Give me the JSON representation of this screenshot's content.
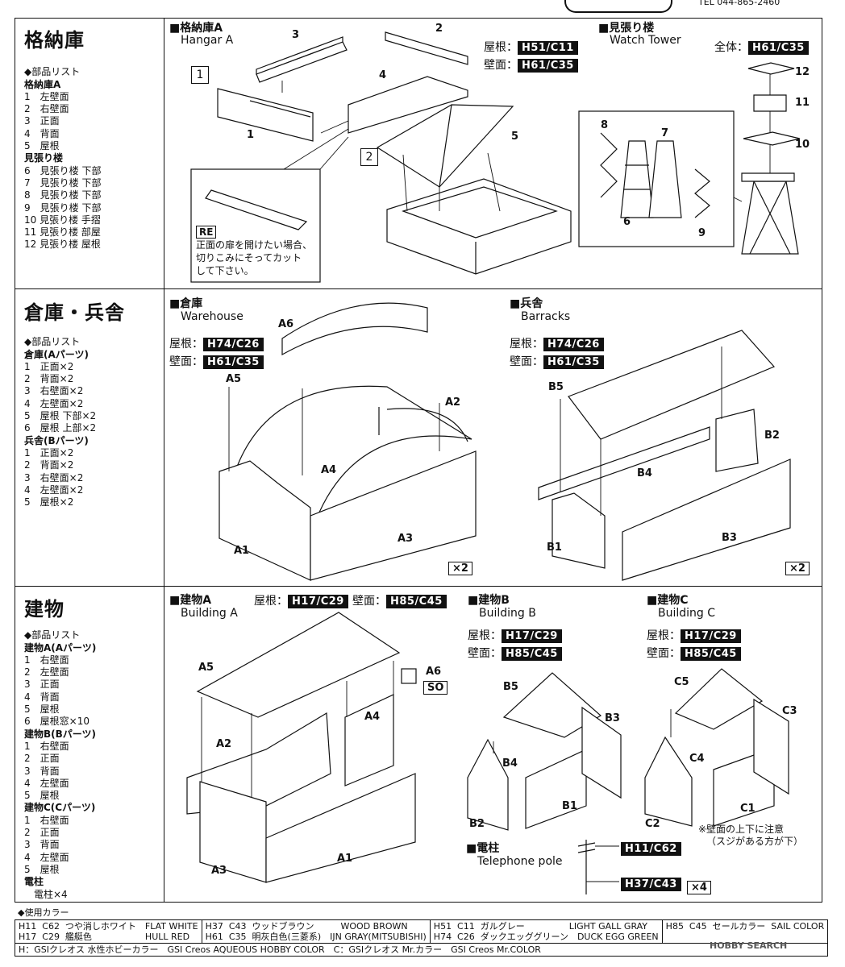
{
  "top_strip": {
    "phone": "TEL 044-865-2460"
  },
  "s1": {
    "title": "格納庫",
    "list_head": "◆部品リスト",
    "groups": [
      {
        "name": "格納庫A",
        "items": [
          "1　左壁面",
          "2　右壁面",
          "3　正面",
          "4　背面",
          "5　屋根"
        ]
      },
      {
        "name": "見張り楼",
        "items": [
          "6　見張り楼 下部",
          "7　見張り楼 下部",
          "8　見張り楼 下部",
          "9　見張り楼 下部",
          "10 見張り楼 手摺",
          "11 見張り楼 部屋",
          "12 見張り楼 屋根"
        ]
      }
    ],
    "hangar": {
      "jp": "■格納庫A",
      "en": "Hangar A",
      "roof_label": "屋根：",
      "roof": "H51/C11",
      "wall_label": "壁面：",
      "wall": "H61/C35",
      "step1": "1",
      "step2": "2",
      "parts": [
        "1",
        "2",
        "3",
        "4",
        "5"
      ],
      "note_tag": "RE",
      "note": [
        "正面の扉を開けたい場合、",
        "切りこみにそってカット",
        "して下さい。"
      ]
    },
    "tower": {
      "jp": "■見張り楼",
      "en": "Watch Tower",
      "all_label": "全体：",
      "all": "H61/C35",
      "parts": [
        "6",
        "7",
        "8",
        "9",
        "10",
        "11",
        "12"
      ]
    }
  },
  "s2": {
    "title": "倉庫・兵舎",
    "list_head": "◆部品リスト",
    "groups": [
      {
        "name": "倉庫(Aパーツ)",
        "items": [
          "1　正面×2",
          "2　背面×2",
          "3　右壁面×2",
          "4　左壁面×2",
          "5　屋根 下部×2",
          "6　屋根 上部×2"
        ]
      },
      {
        "name": "兵舎(Bパーツ)",
        "items": [
          "1　正面×2",
          "2　背面×2",
          "3　右壁面×2",
          "4　左壁面×2",
          "5　屋根×2"
        ]
      }
    ],
    "warehouse": {
      "jp": "■倉庫",
      "en": "Warehouse",
      "roof_label": "屋根：",
      "roof": "H74/C26",
      "wall_label": "壁面：",
      "wall": "H61/C35",
      "parts": [
        "A1",
        "A2",
        "A3",
        "A4",
        "A5",
        "A6"
      ],
      "qty": "×2"
    },
    "barracks": {
      "jp": "■兵舎",
      "en": "Barracks",
      "roof_label": "屋根：",
      "roof": "H74/C26",
      "wall_label": "壁面：",
      "wall": "H61/C35",
      "parts": [
        "B1",
        "B2",
        "B3",
        "B4",
        "B5"
      ],
      "qty": "×2"
    }
  },
  "s3": {
    "title": "建物",
    "list_head": "◆部品リスト",
    "groups": [
      {
        "name": "建物A(Aパーツ)",
        "items": [
          "1　右壁面",
          "2　左壁面",
          "3　正面",
          "4　背面",
          "5　屋根",
          "6　屋根窓×10"
        ]
      },
      {
        "name": "建物B(Bパーツ)",
        "items": [
          "1　右壁面",
          "2　正面",
          "3　背面",
          "4　左壁面",
          "5　屋根"
        ]
      },
      {
        "name": "建物C(Cパーツ)",
        "items": [
          "1　右壁面",
          "2　正面",
          "3　背面",
          "4　左壁面",
          "5　屋根"
        ]
      },
      {
        "name": "電柱",
        "items": [
          "　電柱×4"
        ]
      }
    ],
    "building_a": {
      "jp": "■建物A",
      "en": "Building A",
      "roof_label": "屋根：",
      "roof": "H17/C29",
      "wall_label": "壁面：",
      "wall": "H85/C45",
      "parts": [
        "A1",
        "A2",
        "A3",
        "A4",
        "A5",
        "A6"
      ],
      "so": "SO"
    },
    "building_b": {
      "jp": "■建物B",
      "en": "Building B",
      "roof_label": "屋根：",
      "roof": "H17/C29",
      "wall_label": "壁面：",
      "wall": "H85/C45",
      "parts": [
        "B1",
        "B2",
        "B3",
        "B4",
        "B5"
      ]
    },
    "building_c": {
      "jp": "■建物C",
      "en": "Building C",
      "roof_label": "屋根：",
      "roof": "H17/C29",
      "wall_label": "壁面：",
      "wall": "H85/C45",
      "parts": [
        "C1",
        "C2",
        "C3",
        "C4",
        "C5"
      ],
      "note": [
        "※壁面の上下に注意",
        "（スジがある方が下）"
      ]
    },
    "pole": {
      "jp": "■電柱",
      "en": "Telephone pole",
      "c1": "H11/C62",
      "c2": "H37/C43",
      "qty": "×4"
    }
  },
  "colors": {
    "head": "◆使用カラー",
    "cells": [
      [
        "H11  C62  つや消しホワイト　FLAT WHITE",
        "H17  C29  艦艇色　　　　　　HULL RED"
      ],
      [
        "H37  C43  ウッドブラウン　　　WOOD BROWN",
        "H61  C35  明灰白色(三菱系)　IJN GRAY(MITSUBISHI)"
      ],
      [
        "H51  C11  ガルグレー　　　　　LIGHT GALL GRAY",
        "H74  C26  ダックエッググリーン　DUCK EGG GREEN"
      ],
      [
        "H85  C45  セールカラー  SAIL COLOR",
        ""
      ]
    ],
    "footer": "H：GSIクレオス 水性ホビーカラー　GSI Creos AQUEOUS HOBBY COLOR　C：GSIクレオス Mr.カラー　GSI Creos Mr.COLOR",
    "watermark": "HOBBY SEARCH"
  }
}
